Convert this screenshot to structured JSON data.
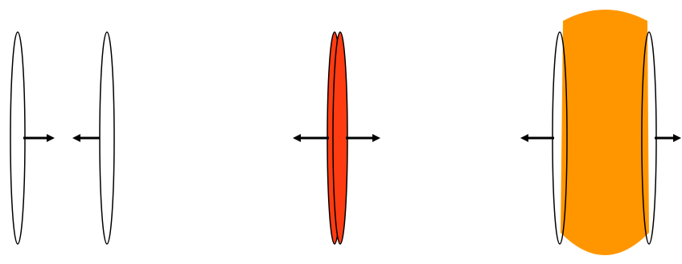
{
  "colors": {
    "background": "#ffffff",
    "outline": "#000000",
    "disc_fill": "#ffffff",
    "collision_disc_fill": "#ff3b12",
    "fireball_fill": "#ff9600",
    "arrow": "#000000"
  },
  "panels": [
    {
      "id": "approach",
      "discs": 2,
      "arrows": [
        "right",
        "left"
      ]
    },
    {
      "id": "collision",
      "discs": 2,
      "arrows": [
        "left",
        "right"
      ]
    },
    {
      "id": "separation",
      "discs": 2,
      "arrows": [
        "left",
        "right"
      ],
      "overlap_region": true
    }
  ]
}
